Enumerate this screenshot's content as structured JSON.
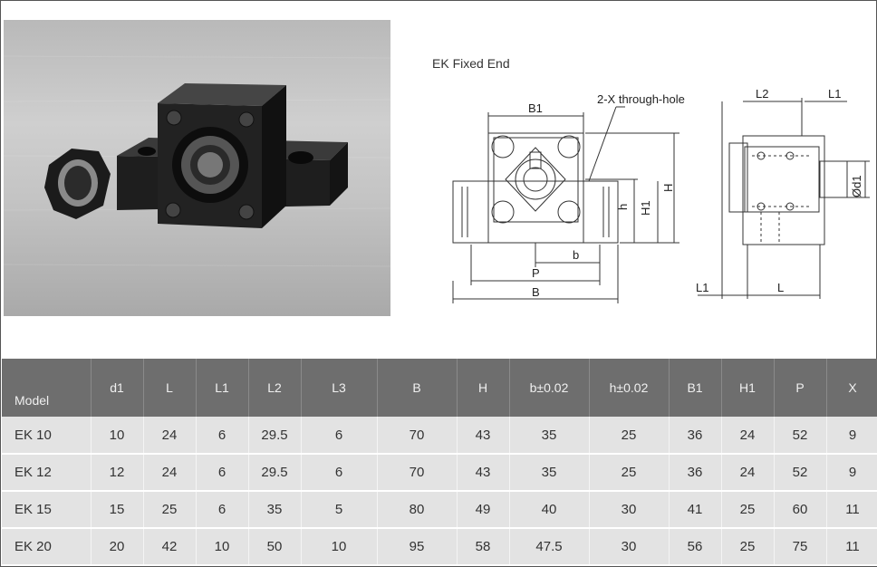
{
  "drawing": {
    "title": "EK Fixed End",
    "labels": {
      "b1": "B1",
      "through_hole": "2-X through-hole",
      "h": "h",
      "h1": "H1",
      "H": "H",
      "b": "b",
      "p": "P",
      "B": "B",
      "l2": "L2",
      "l1_top": "L1",
      "d1": "Ød1",
      "l1_bottom": "L1",
      "l": "L"
    }
  },
  "table": {
    "headers": [
      "Model",
      "d1",
      "L",
      "L1",
      "L2",
      "L3",
      "B",
      "H",
      "b±0.02",
      "h±0.02",
      "B1",
      "H1",
      "P",
      "X"
    ],
    "rows": [
      [
        "EK 10",
        "10",
        "24",
        "6",
        "29.5",
        "6",
        "70",
        "43",
        "35",
        "25",
        "36",
        "24",
        "52",
        "9"
      ],
      [
        "EK 12",
        "12",
        "24",
        "6",
        "29.5",
        "6",
        "70",
        "43",
        "35",
        "25",
        "36",
        "24",
        "52",
        "9"
      ],
      [
        "EK 15",
        "15",
        "25",
        "6",
        "35",
        "5",
        "80",
        "49",
        "40",
        "30",
        "41",
        "25",
        "60",
        "11"
      ],
      [
        "EK 20",
        "20",
        "42",
        "10",
        "50",
        "10",
        "95",
        "58",
        "47.5",
        "30",
        "56",
        "25",
        "75",
        "11"
      ]
    ]
  }
}
